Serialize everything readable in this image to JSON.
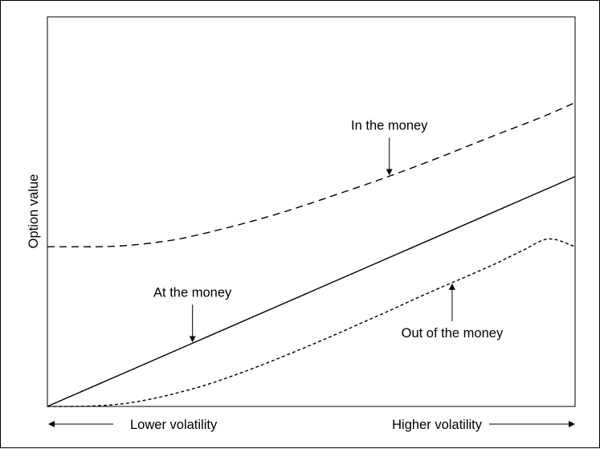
{
  "chart_data": {
    "type": "line",
    "title": "",
    "ylabel": "Option value",
    "xlabel_left": "Lower volatility",
    "xlabel_right": "Higher volatility",
    "xlim": [
      0,
      1
    ],
    "ylim": [
      0,
      1
    ],
    "grid": false,
    "legend": "none",
    "series": [
      {
        "name": "In the money",
        "style": "long-dash",
        "x": [
          0,
          0.05,
          0.1,
          0.15,
          0.2,
          0.25,
          0.3,
          0.35,
          0.4,
          0.45,
          0.5,
          0.55,
          0.6,
          0.65,
          0.7,
          0.75,
          0.8,
          0.85,
          0.9,
          0.95,
          1.0
        ],
        "y": [
          0.41,
          0.41,
          0.41,
          0.413,
          0.42,
          0.43,
          0.445,
          0.462,
          0.48,
          0.5,
          0.522,
          0.545,
          0.568,
          0.592,
          0.617,
          0.643,
          0.67,
          0.697,
          0.723,
          0.75,
          0.78
        ]
      },
      {
        "name": "At the money",
        "style": "solid",
        "x": [
          0,
          1.0
        ],
        "y": [
          0,
          0.59
        ]
      },
      {
        "name": "Out of the money",
        "style": "short-dash",
        "x": [
          0,
          0.05,
          0.1,
          0.15,
          0.2,
          0.25,
          0.3,
          0.35,
          0.4,
          0.45,
          0.5,
          0.55,
          0.6,
          0.65,
          0.7,
          0.75,
          0.8,
          0.85,
          0.9,
          0.95,
          1.0
        ],
        "y": [
          0,
          0,
          0.002,
          0.008,
          0.02,
          0.036,
          0.055,
          0.078,
          0.103,
          0.13,
          0.158,
          0.187,
          0.217,
          0.247,
          0.278,
          0.308,
          0.337,
          0.367,
          0.4,
          0.43,
          0.41
        ]
      }
    ],
    "annotations": [
      {
        "text": "In the money",
        "series": 0,
        "arrow_at_x": 0.648,
        "direction": "down"
      },
      {
        "text": "At the money",
        "series": 1,
        "arrow_at_x": 0.275,
        "direction": "down"
      },
      {
        "text": "Out of the money",
        "series": 2,
        "arrow_at_x": 0.767,
        "direction": "up"
      }
    ],
    "colors": {
      "line": "#000000",
      "background": "#ffffff"
    }
  }
}
